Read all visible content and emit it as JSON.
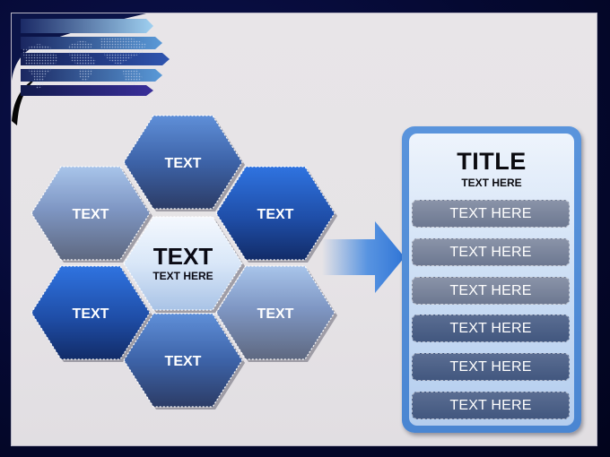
{
  "colors": {
    "frame": "#050932",
    "slide_background": "#e6e3e6",
    "hex_light_top": "#93b2dc",
    "hex_light_bottom": "#6a748c",
    "hex_dark_top": "#2f6ad6",
    "hex_dark_bottom": "#13306e",
    "center_hex": "#d8e6f8",
    "arrow": "#3f86e0",
    "panel_border": "#4a86d2"
  },
  "diagram": {
    "center": {
      "title": "TEXT",
      "subtitle": "TEXT HERE"
    },
    "hexagons": [
      {
        "label": "TEXT",
        "position": "top",
        "tone": "mid"
      },
      {
        "label": "TEXT",
        "position": "upper-left",
        "tone": "light"
      },
      {
        "label": "TEXT",
        "position": "upper-right",
        "tone": "dark"
      },
      {
        "label": "TEXT",
        "position": "lower-left",
        "tone": "dark"
      },
      {
        "label": "TEXT",
        "position": "lower-right",
        "tone": "light"
      },
      {
        "label": "TEXT",
        "position": "bottom",
        "tone": "mid"
      }
    ],
    "arrow_icon": "right-arrow-icon"
  },
  "panel": {
    "title": "TITLE",
    "subtitle": "TEXT HERE",
    "items": [
      {
        "label": "TEXT HERE",
        "tone": "grey"
      },
      {
        "label": "TEXT HERE",
        "tone": "grey"
      },
      {
        "label": "TEXT HERE",
        "tone": "grey"
      },
      {
        "label": "TEXT HERE",
        "tone": "blue"
      },
      {
        "label": "TEXT HERE",
        "tone": "blue"
      },
      {
        "label": "TEXT HERE",
        "tone": "blue"
      }
    ]
  },
  "decoration": {
    "icon": "world-map-banner-icon"
  }
}
